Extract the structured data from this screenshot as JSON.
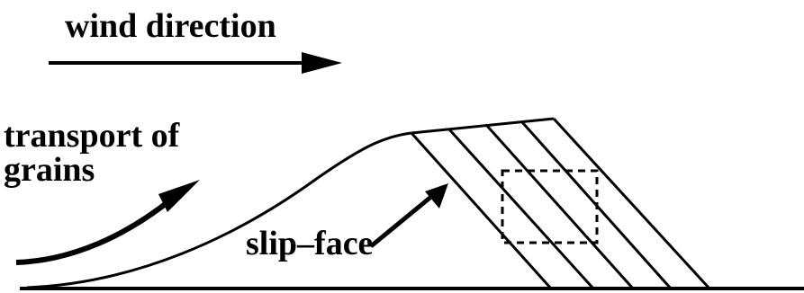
{
  "labels": {
    "wind_direction": "wind direction",
    "transport_line1": "transport of",
    "transport_line2": "grains",
    "slip_face": "slip–face"
  },
  "colors": {
    "ink": "#000000",
    "background": "#ffffff"
  }
}
